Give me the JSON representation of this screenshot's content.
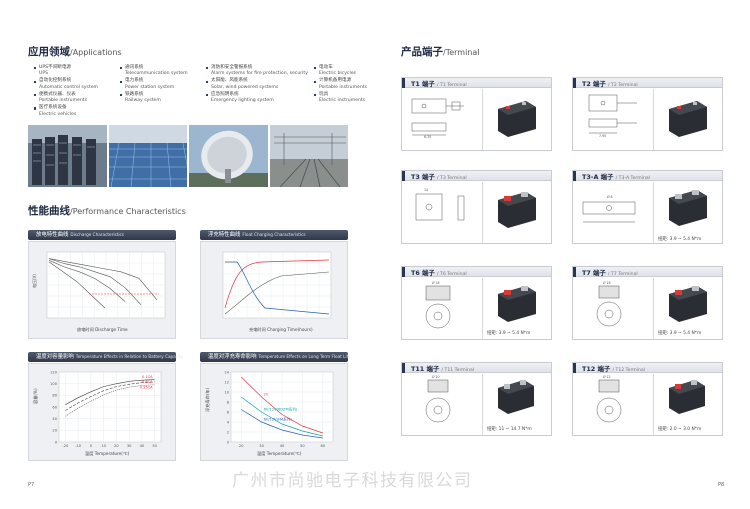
{
  "applications": {
    "title": "应用领域",
    "subtitle": "/Applications",
    "columns": [
      [
        {
          "cn": "UPS不间断电源",
          "en": "UPS"
        },
        {
          "cn": "自动化控制系统",
          "en": "Automatic control system"
        },
        {
          "cn": "便携式仪器、仪表",
          "en": "Portable instruments"
        },
        {
          "cn": "医疗系统设备",
          "en": "Electric vehicles"
        }
      ],
      [
        {
          "cn": "通讯系统",
          "en": "Telecommunication system"
        },
        {
          "cn": "电力系统",
          "en": "Power station system"
        },
        {
          "cn": "铁路系统",
          "en": "Railway system"
        }
      ],
      [
        {
          "cn": "消防和安全警报系统",
          "en": "Alarm systems for fire protection, security"
        },
        {
          "cn": "太阳能、风能系统",
          "en": "Solar, wind powered systems"
        },
        {
          "cn": "应急照明系统",
          "en": "Emergency lighting system"
        }
      ],
      [
        {
          "cn": "电动车",
          "en": "Electric bicycles"
        },
        {
          "cn": "计算机备用电源",
          "en": "Portable instruments"
        },
        {
          "cn": "玩具",
          "en": "Electric instruments"
        }
      ]
    ]
  },
  "performance": {
    "title": "性能曲线",
    "subtitle": "/Performance Characteristics",
    "charts": [
      {
        "title_cn": "放电特性曲线",
        "title_en": "Discharge Characteristics",
        "xlabel": "放电时间 Discharge Time",
        "ylabel": "电压(V)"
      },
      {
        "title_cn": "浮充特性曲线",
        "title_en": "Float Charging Characteristics",
        "xlabel": "充电时间 Charging Time(hours)",
        "ylabel": ""
      },
      {
        "title_cn": "温度对容量影响",
        "title_en": "Temperature Effects in Relation to Battery Capacity",
        "xlabel": "温度 Temperature(℃)",
        "ylabel": "容量(%)"
      },
      {
        "title_cn": "温度对浮充寿命影响",
        "title_en": "Temperature Effects on Long Term Float Life",
        "xlabel": "温度 Temperature(℃)",
        "ylabel": "浮充寿命(年)"
      }
    ]
  },
  "chart_data": [
    {
      "type": "line",
      "title": "放电特性曲线 Discharge Characteristics",
      "xlabel": "放电时间 Discharge Time",
      "ylabel": "电压(V)",
      "series": [
        {
          "name": "",
          "values": [
            13.0,
            12.8,
            12.6,
            12.4,
            12.2,
            11.8,
            10.5
          ]
        },
        {
          "name": "",
          "values": [
            13.0,
            12.7,
            12.5,
            12.2,
            11.9,
            11.2,
            10.2
          ]
        },
        {
          "name": "",
          "values": [
            12.9,
            12.5,
            12.2,
            11.8,
            11.2,
            10.4
          ]
        },
        {
          "name": "",
          "values": [
            12.8,
            12.2,
            11.6,
            10.8,
            10.0
          ]
        }
      ]
    },
    {
      "type": "line",
      "title": "浮充特性曲线 Float Charging Characteristics",
      "xlabel": "充电时间 Charging Time(hours)",
      "ylabel": ""
    },
    {
      "type": "line",
      "title": "温度对容量影响 Temperature Effects in Relation to Battery Capacity",
      "xlabel": "温度 Temperature(℃)",
      "ylabel": "容量(%)",
      "x": [
        -20,
        -10,
        0,
        10,
        20,
        30,
        40,
        50
      ],
      "ylim": [
        0,
        120
      ],
      "series": [
        {
          "name": "0.1CA",
          "values": [
            64,
            76,
            86,
            95,
            100,
            104,
            106,
            107
          ]
        },
        {
          "name": "0.6CA",
          "values": [
            54,
            67,
            78,
            88,
            95,
            99,
            102,
            103
          ]
        },
        {
          "name": "0.25CA",
          "values": [
            44,
            58,
            70,
            81,
            89,
            94,
            97,
            98
          ]
        }
      ],
      "yticks": [
        0,
        20,
        40,
        60,
        80,
        100,
        120
      ],
      "xticks": [
        -20,
        -10,
        0,
        10,
        20,
        30,
        40,
        50
      ]
    },
    {
      "type": "line",
      "title": "温度对浮充寿命影响 Temperature Effects on Long Term Float Life",
      "xlabel": "温度 Temperature(℃)",
      "ylabel": "浮充寿命(年)",
      "x": [
        20,
        30,
        40,
        50,
        60
      ],
      "ylim": [
        0,
        14
      ],
      "yticks": [
        0,
        2,
        4,
        6,
        8,
        10,
        12,
        14
      ],
      "xticks": [
        20,
        30,
        40,
        50,
        60
      ],
      "series": [
        {
          "name": "2V",
          "values": [
            13,
            9,
            5.5,
            3.2,
            1.8
          ]
        },
        {
          "name": "6V/12V(6DZM系列)",
          "values": [
            9,
            6,
            3.6,
            2.2,
            1.2
          ]
        },
        {
          "name": "6V/12V(FM系列)",
          "values": [
            6.5,
            4,
            2.4,
            1.4,
            0.8
          ]
        }
      ]
    }
  ],
  "terminals": {
    "title": "产品端子",
    "subtitle": "/Terminal",
    "items": [
      {
        "name": "T1 端子",
        "en": "/ T1 Terminal",
        "torque": ""
      },
      {
        "name": "T2 端子",
        "en": "/ T2 Terminal",
        "torque": ""
      },
      {
        "name": "T3 端子",
        "en": "/ T3 Terminal",
        "torque": ""
      },
      {
        "name": "T3-A 端子",
        "en": "/ T3-A Terminal",
        "torque": "扭矩: 3.9 ~ 5.4 N*m"
      },
      {
        "name": "T6 端子",
        "en": "/ T6 Terminal",
        "torque": "扭矩: 3.9 ~ 5.4 N*m"
      },
      {
        "name": "T7 端子",
        "en": "/ T7 Terminal",
        "torque": "扭矩: 3.9 ~ 5.4 N*m"
      },
      {
        "name": "T11 端子",
        "en": "/ T11 Terminal",
        "torque": "扭矩: 11 ~ 14.7 N*m"
      },
      {
        "name": "T12 端子",
        "en": "/ T12 Terminal",
        "torque": "扭矩: 2.0 ~ 3.0 N*m"
      }
    ]
  },
  "footer": {
    "company": "广州市尚驰电子科技有限公司",
    "page_left": "P7",
    "page_right": "P8"
  },
  "colors": {
    "navy": "#1f2a44",
    "red": "#e2383f",
    "blue": "#2b5fb0",
    "teal": "#14a3a3"
  }
}
